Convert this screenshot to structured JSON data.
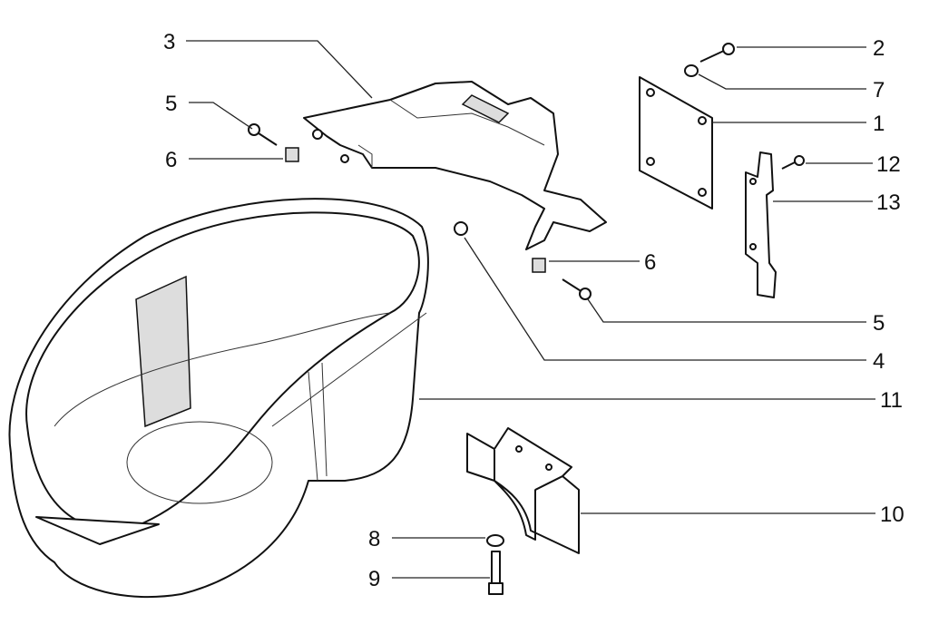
{
  "callouts": [
    {
      "id": "3",
      "text": "3"
    },
    {
      "id": "5a",
      "text": "5"
    },
    {
      "id": "6a",
      "text": "6"
    },
    {
      "id": "2",
      "text": "2"
    },
    {
      "id": "7",
      "text": "7"
    },
    {
      "id": "1",
      "text": "1"
    },
    {
      "id": "12",
      "text": "12"
    },
    {
      "id": "13",
      "text": "13"
    },
    {
      "id": "6b",
      "text": "6"
    },
    {
      "id": "5b",
      "text": "5"
    },
    {
      "id": "4",
      "text": "4"
    },
    {
      "id": "11",
      "text": "11"
    },
    {
      "id": "10",
      "text": "10"
    },
    {
      "id": "8",
      "text": "8"
    },
    {
      "id": "9",
      "text": "9"
    }
  ]
}
